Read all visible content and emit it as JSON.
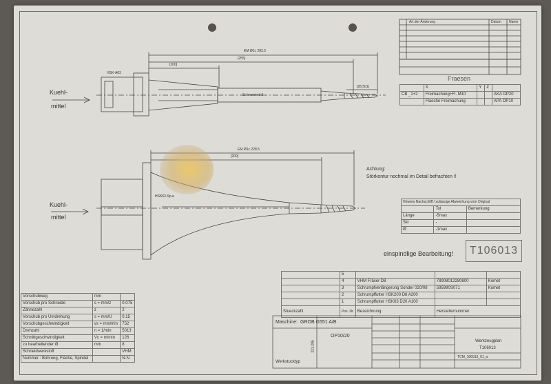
{
  "revision_header": {
    "change": "Art der Änderung",
    "date": "Datum",
    "name": "Name"
  },
  "tool_top": {
    "dim_total": "EM Ø1c 283.5",
    "dim_255": "[255]",
    "dim_100": "[100]",
    "dim_tip": "[28.501]",
    "holder": "HSK-A63",
    "part_label": "Schwermetall"
  },
  "tool_bottom": {
    "dim_total": "EM Ø1c 228.5",
    "dim_200": "[200]",
    "holder": "HSK63-Sp.a"
  },
  "coolant": {
    "line1": "Kuehl-",
    "line2": "mittel"
  },
  "fraesen": {
    "title": "Fraesen",
    "headers": [
      "",
      "X",
      "Y",
      "Z",
      ""
    ],
    "rows": [
      [
        "CB _1+2",
        "Freimachung+Fl. M10",
        "",
        "",
        "AKA OP20"
      ],
      [
        "",
        "Flaeche Freimachung",
        "",
        "",
        "APA OP10"
      ]
    ]
  },
  "warning": {
    "line1": "Achtung:",
    "line2": "Störkontur nochmal im Detail befrachten !!"
  },
  "tolerance": {
    "title": "Hinweis Nachschliff / zulässige Abweichung vom Original",
    "headers": [
      "",
      "Tol",
      "Bemerkung"
    ],
    "rows": [
      [
        "Länge",
        "-5max",
        ""
      ],
      [
        "Skl",
        "-",
        ""
      ],
      [
        "Ø",
        "-1max",
        ""
      ]
    ]
  },
  "note": "einspindlige Bearbeitung!",
  "drawing_id": "T106013",
  "parts": {
    "rows": [
      {
        "pos": "5",
        "desc": "",
        "no": "",
        "maker": ""
      },
      {
        "pos": "4",
        "desc": "VHM Fräser D8",
        "no": "78908012280800",
        "maker": "Komet"
      },
      {
        "pos": "3",
        "desc": "Schrumpfverlängerung Sonder 020/08",
        "no": "595990S071",
        "maker": "Komet"
      },
      {
        "pos": "2",
        "desc": "Schrumpffutter HSK200 D8 A200",
        "no": "",
        "maker": ""
      },
      {
        "pos": "1",
        "desc": "Schrumpffutter HSK63 D20 A100",
        "no": "",
        "maker": ""
      }
    ],
    "headers": {
      "qty": "Stueckzahl",
      "pos": "Pos. Nr.",
      "desc": "Bezeichnung",
      "no": "Herstellernummer"
    }
  },
  "params": {
    "rows": [
      [
        "Vorschubweg",
        "mm",
        ""
      ],
      [
        "Vorschub pro Schneide",
        "s  = mm/z",
        "0.075"
      ],
      [
        "Zähnezahl",
        "z",
        "2"
      ],
      [
        "Vorschub pro Umdrehung",
        "s  = mm/U",
        "0.15"
      ],
      [
        "Vorschubgeschwindigkeit",
        "vs = mm/min",
        "752"
      ],
      [
        "Drehzahl",
        "n  = 1/min",
        "5013"
      ],
      [
        "Schnittgeschwindigkeit",
        "Vc = m/min",
        "126"
      ],
      [
        "zu bearbeitender Ø",
        "mm",
        "8"
      ],
      [
        "Schneidwerkstoff",
        "",
        "VHM"
      ],
      [
        "Nummer : Bohrung, Fläche, Spindel",
        "",
        "N-N"
      ]
    ]
  },
  "titleblock": {
    "machine_label": "Maschine:",
    "machine": "GROB G551 A/B",
    "op": "OP10/20",
    "workpiece_label": "Werkstucktyp",
    "side_no": "221-295",
    "tool_title": "Werkzeugplan",
    "tool_no": "T106013",
    "file": "TCM_106013_01_a"
  }
}
